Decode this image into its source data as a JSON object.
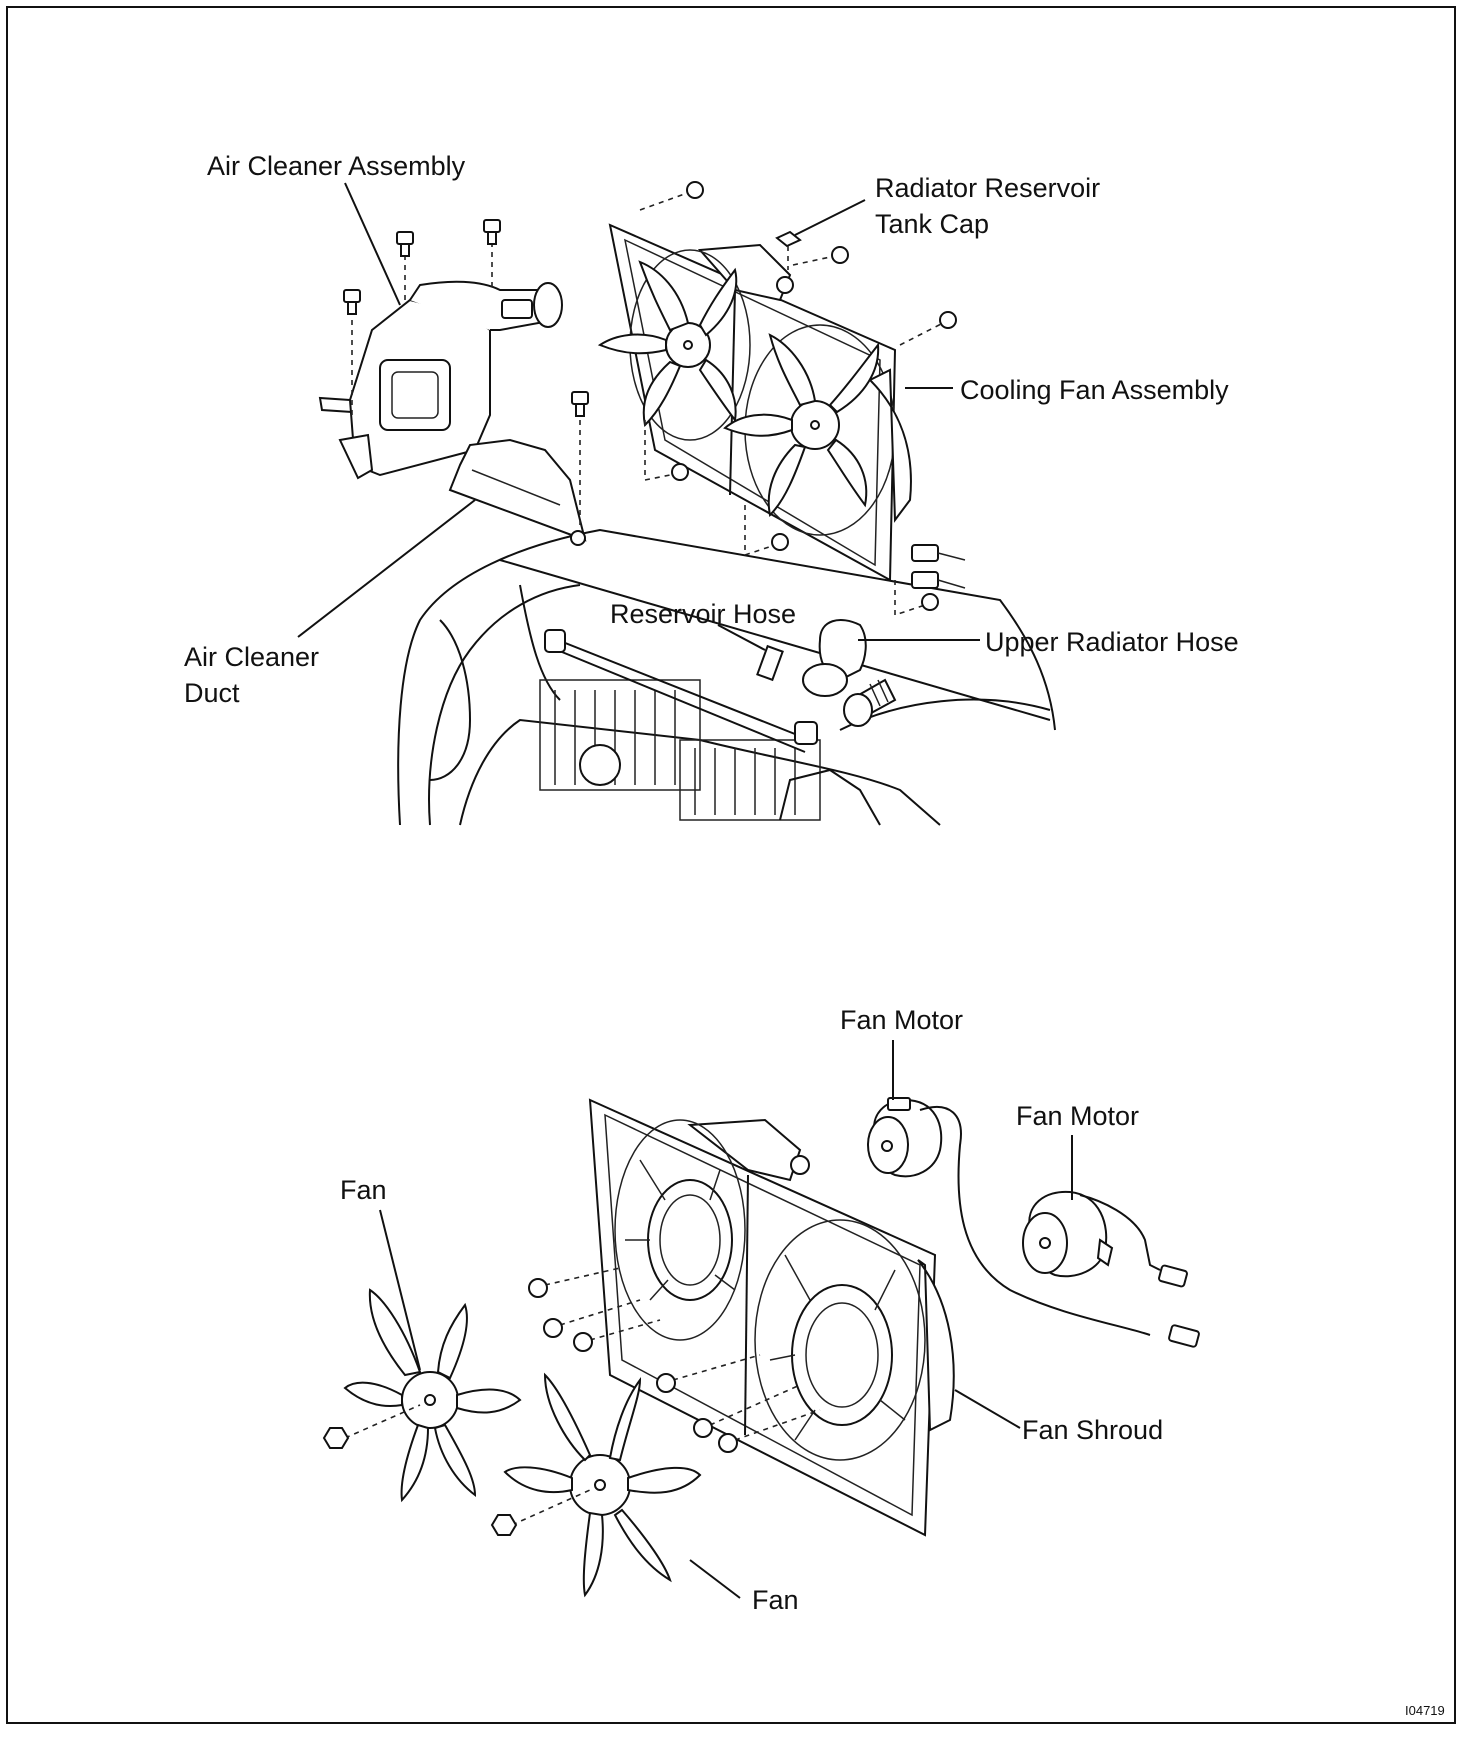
{
  "labels": {
    "air_cleaner_assembly": "Air Cleaner Assembly",
    "radiator_reservoir_line1": "Radiator Reservoir",
    "radiator_reservoir_line2": "Tank Cap",
    "cooling_fan_assembly": "Cooling Fan Assembly",
    "air_cleaner_duct_line1": "Air Cleaner",
    "air_cleaner_duct_line2": "Duct",
    "reservoir_hose": "Reservoir Hose",
    "upper_radiator_hose": "Upper Radiator Hose",
    "fan_motor_1": "Fan Motor",
    "fan_motor_2": "Fan Motor",
    "fan_left": "Fan",
    "fan_bottom": "Fan",
    "fan_shroud": "Fan Shroud",
    "figure_code": "I04719"
  }
}
